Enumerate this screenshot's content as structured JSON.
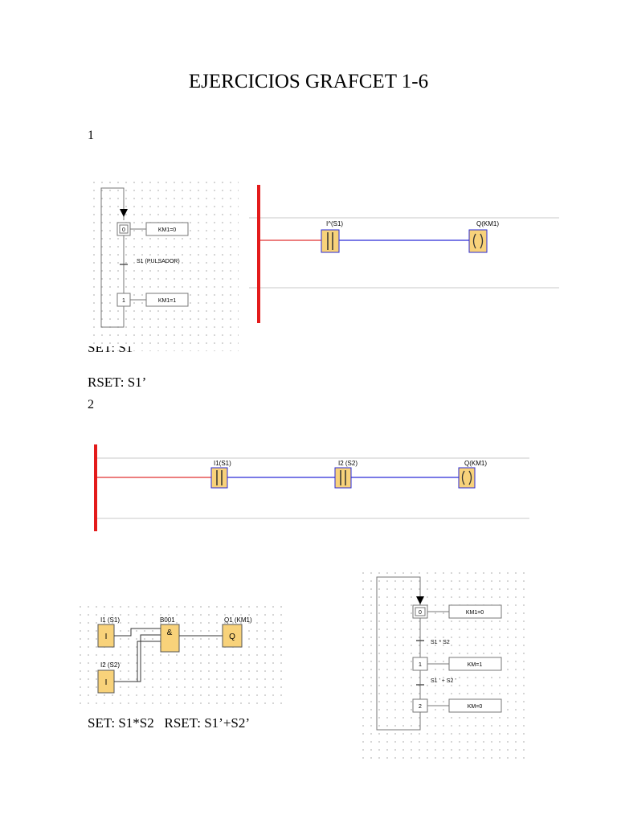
{
  "title": "EJERCICIOS GRAFCET 1-6",
  "section1": {
    "number": "1",
    "grafcet": {
      "step0": "0",
      "action0": "KM1=0",
      "transition": "S1 (PULSADOR)",
      "step1": "1",
      "action1": "KM1=1"
    },
    "ladder": {
      "contact_label": "I^(S1)",
      "coil_label": "Q(KM1)"
    },
    "set_text": "SET: S1",
    "rset_text": "RSET: S1’"
  },
  "section2": {
    "number": "2",
    "ladder": {
      "contact1_label": "I1(S1)",
      "contact2_label": "I2 (S2)",
      "coil_label": "Q(KM1)"
    },
    "logic": {
      "input1_label": "I1 (S1)",
      "input1_symbol": "I",
      "input2_label": "I2 (S2)",
      "input2_symbol": "I",
      "block_label": "B001",
      "block_symbol": "&",
      "output_label": "Q1 (KM1)",
      "output_symbol": "Q"
    },
    "equation": "SET: S1*S2   RSET: S1’+S2’",
    "grafcet": {
      "step0": "0",
      "action0": "KM1=0",
      "transition1": "S1 * S2",
      "step1": "1",
      "action1": "KM=1",
      "transition2": "S1 ’ + S2 ’",
      "step2": "2",
      "action2": "KM=0"
    }
  },
  "colors": {
    "rail": "#e31b1b",
    "wire_red": "#e03030",
    "wire_blue": "#2a2ad6",
    "element_fill": "#f8d27a"
  }
}
